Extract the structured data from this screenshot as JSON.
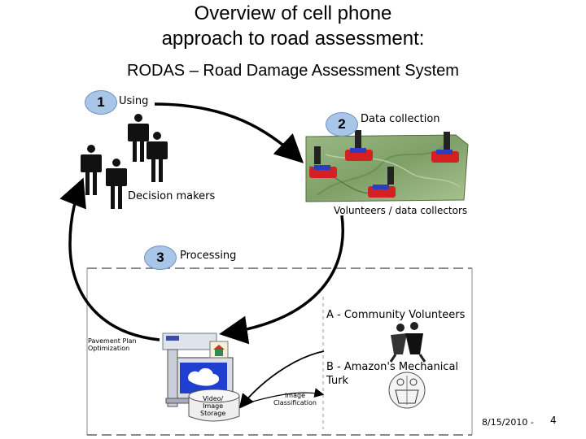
{
  "title": {
    "line1": "Overview of  cell phone",
    "line2": "approach to road assessment:",
    "subtitle": "RODAS – Road Damage Assessment System"
  },
  "steps": [
    {
      "number": "1",
      "label": "Using"
    },
    {
      "number": "2",
      "label": "Data collection"
    },
    {
      "number": "3",
      "label": "Processing"
    }
  ],
  "labels": {
    "decision_makers": "Decision makers",
    "volunteers": "Volunteers / data collectors",
    "community": "A - Community Volunteers",
    "amazon_line1": "B - Amazon's Mechanical",
    "amazon_line2": "Turk",
    "pavement_line1": "Pavement Plan",
    "pavement_line2": "Optimization",
    "storage_line1": "Video/",
    "storage_line2": "Image",
    "storage_line3": "Storage",
    "classification_line1": "Image",
    "classification_line2": "Classification"
  },
  "footer": {
    "date": "8/15/2010 -",
    "page": "4"
  },
  "colors": {
    "badge": "#a9c6e8",
    "map_land": "#8fb07a",
    "car_red": "#d42020",
    "car_blue": "#2a3fc0"
  }
}
